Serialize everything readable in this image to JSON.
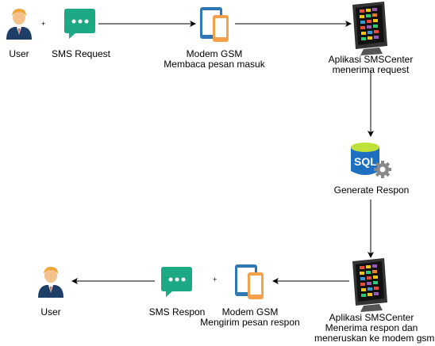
{
  "flow_top": {
    "user": "User",
    "plus": "+",
    "sms_request": "SMS Request",
    "modem_line1": "Modem GSM",
    "modem_line2": "Membaca pesan masuk",
    "app_line1": "Aplikasi SMSCenter",
    "app_line2": "menerima request"
  },
  "flow_middle": {
    "db_badge": "SQL",
    "db_label": "Generate Respon"
  },
  "flow_bottom": {
    "app_line1": "Aplikasi SMSCenter",
    "app_line2": "Menerima respon dan",
    "app_line3": "meneruskan ke modem gsm",
    "modem_line1": "Modem GSM",
    "modem_line2": "Mengirim pesan respon",
    "plus": "+",
    "sms_respon": "SMS Respon",
    "user": "User"
  },
  "colors": {
    "sms_bubble": "#1ea986",
    "modem_phone": "#f5a04a",
    "modem_tablet": "#2f78b6",
    "db_blue": "#1f6fc0",
    "db_top": "#bfe23a",
    "user_suit": "#1d3e66",
    "user_skin": "#f4c28c",
    "user_hair": "#f0a43a",
    "arrow": "#000000"
  },
  "icons": [
    "user-icon",
    "sms-bubble-icon",
    "modem-gsm-icon",
    "server-monitor-icon",
    "sql-database-icon"
  ]
}
